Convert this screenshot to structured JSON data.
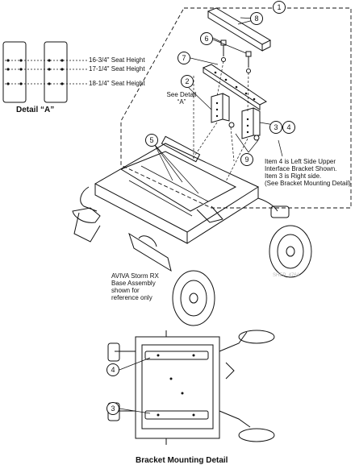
{
  "detail_a": {
    "title": "Detail “A”",
    "seat_heights": [
      "16-3/4\" Seat Height",
      "17-1/4\" Seat Height",
      "18-1/4\" Seat Height"
    ]
  },
  "callouts": [
    "1",
    "2",
    "3",
    "4",
    "5",
    "6",
    "7",
    "8",
    "9"
  ],
  "see_detail": [
    "See Detail",
    "“A”"
  ],
  "bracket_note": [
    "Item 4 is Left Side Upper",
    "Interface Bracket Shown.",
    "Item 3 is Right side.",
    "(See Bracket Mounting Detail)"
  ],
  "base_note": [
    "AVIVA Storm RX",
    "Base Assembly",
    "shown for",
    "reference only"
  ],
  "watermark": "SHEP_476A",
  "bracket_detail": {
    "title": "Bracket Mounting Detail",
    "callouts": [
      "4",
      "3"
    ]
  }
}
